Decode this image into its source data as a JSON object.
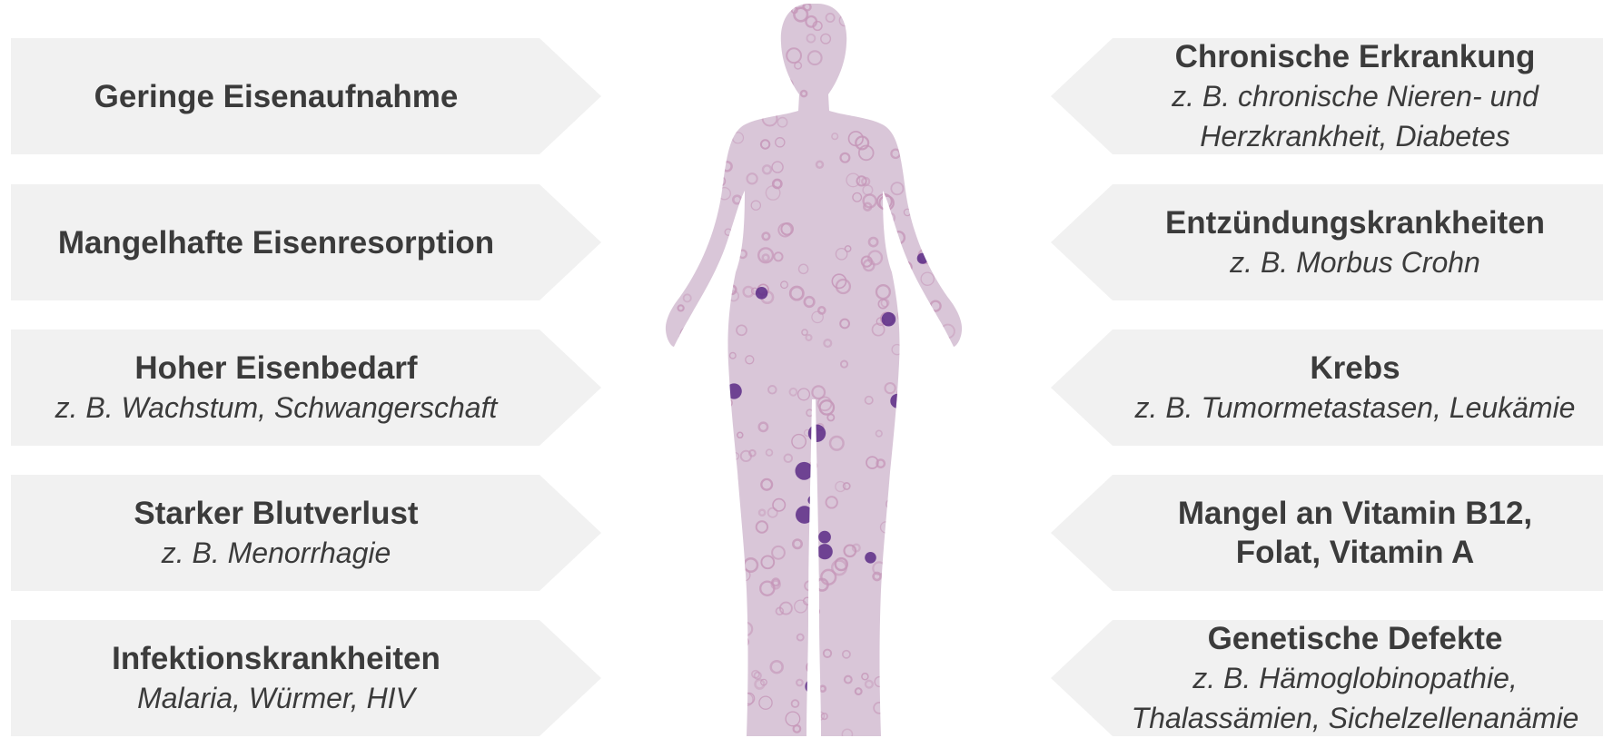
{
  "left_boxes": [
    {
      "title": "Geringe Eisenaufnahme",
      "subtitle": ""
    },
    {
      "title": "Mangelhafte Eisenresorption",
      "subtitle": ""
    },
    {
      "title": "Hoher Eisenbedarf",
      "subtitle": "z. B. Wachstum, Schwangerschaft"
    },
    {
      "title": "Starker Blutverlust",
      "subtitle": "z. B. Menorrhagie"
    },
    {
      "title": "Infektionskrankheiten",
      "subtitle": "Malaria, Würmer, HIV"
    }
  ],
  "right_boxes": [
    {
      "title": "Chronische Erkrankung",
      "subtitle_1": "z. B. chronische Nieren- und",
      "subtitle_2": "Herzkrankheit, Diabetes"
    },
    {
      "title": "Entzündungskrankheiten",
      "subtitle_1": "z. B. Morbus Crohn",
      "subtitle_2": ""
    },
    {
      "title": "Krebs",
      "subtitle_1": "z. B. Tumormetastasen, Leukämie",
      "subtitle_2": ""
    },
    {
      "title_1": "Mangel an Vitamin B12,",
      "title_2": "Folat, Vitamin A",
      "subtitle_1": "",
      "subtitle_2": ""
    },
    {
      "title": "Genetische Defekte",
      "subtitle_1": "z. B. Hämoglobinopathie,",
      "subtitle_2": "Thalassämien, Sichelzellenanämie"
    }
  ],
  "colors": {
    "box_background": "#f1f1f1",
    "text": "#3b3b3b",
    "figure_fill": "#d9c6d8",
    "cell_pink": "#c596b8",
    "cell_purple": "#5b2a86"
  },
  "icons": {
    "center_figure": "human-silhouette-blood-cells"
  }
}
